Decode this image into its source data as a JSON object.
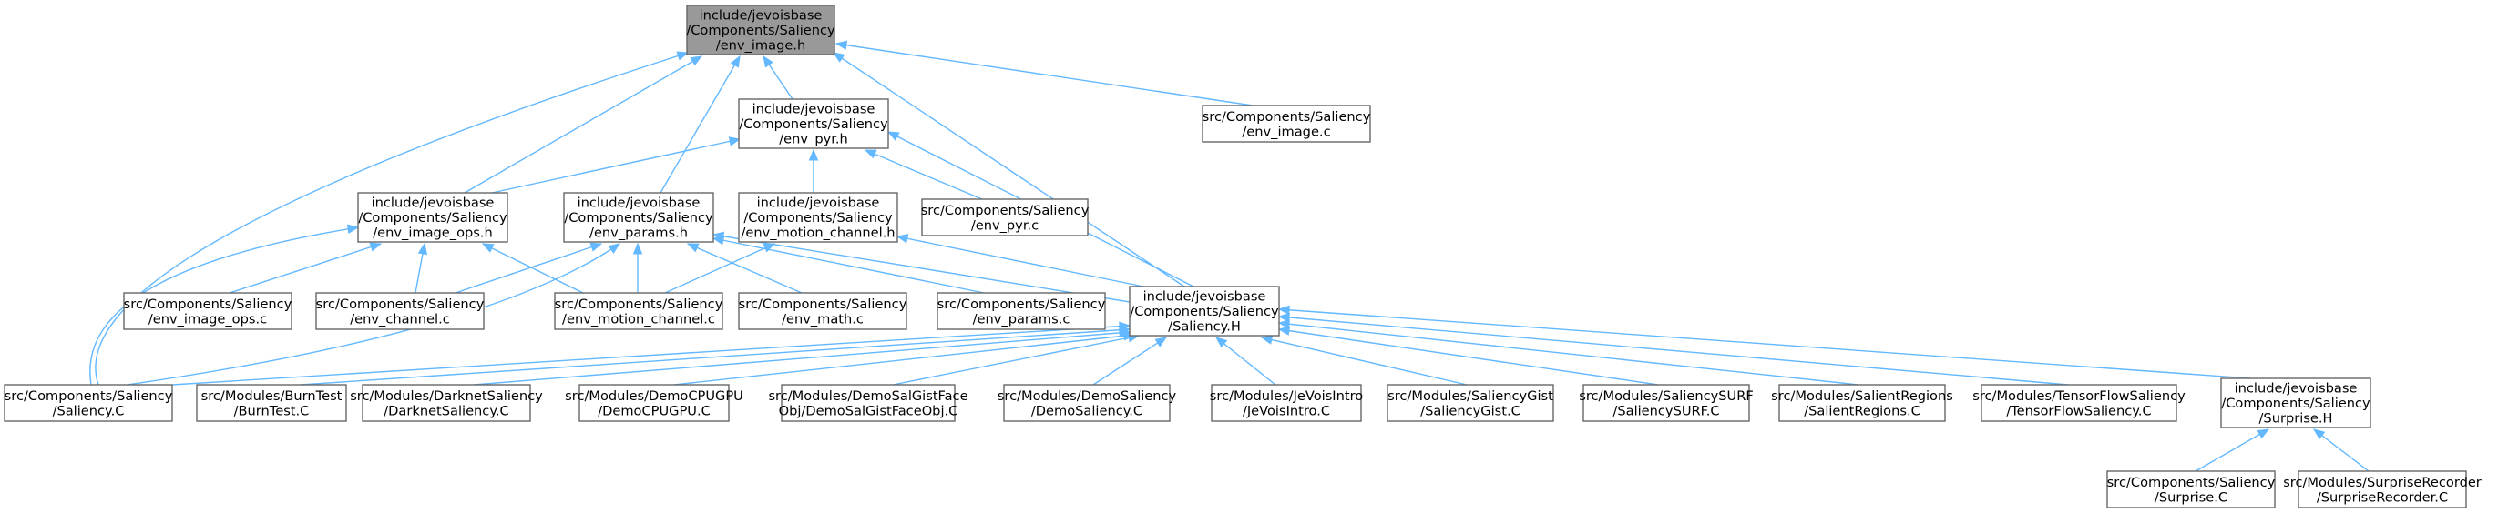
{
  "nodes": [
    {
      "id": "env_image_h",
      "root": true,
      "lines": [
        "include/jevoisbase",
        "/Components/Saliency",
        "/env_image.h"
      ]
    },
    {
      "id": "env_pyr_h",
      "lines": [
        "include/jevoisbase",
        "/Components/Saliency",
        "/env_pyr.h"
      ]
    },
    {
      "id": "env_image_c",
      "lines": [
        "src/Components/Saliency",
        "/env_image.c"
      ]
    },
    {
      "id": "env_image_ops_h",
      "lines": [
        "include/jevoisbase",
        "/Components/Saliency",
        "/env_image_ops.h"
      ]
    },
    {
      "id": "env_params_h",
      "lines": [
        "include/jevoisbase",
        "/Components/Saliency",
        "/env_params.h"
      ]
    },
    {
      "id": "env_motion_channel_h",
      "lines": [
        "include/jevoisbase",
        "/Components/Saliency",
        "/env_motion_channel.h"
      ]
    },
    {
      "id": "env_pyr_c",
      "lines": [
        "src/Components/Saliency",
        "/env_pyr.c"
      ]
    },
    {
      "id": "env_image_ops_c",
      "lines": [
        "src/Components/Saliency",
        "/env_image_ops.c"
      ]
    },
    {
      "id": "env_channel_c",
      "lines": [
        "src/Components/Saliency",
        "/env_channel.c"
      ]
    },
    {
      "id": "env_motion_channel_c",
      "lines": [
        "src/Components/Saliency",
        "/env_motion_channel.c"
      ]
    },
    {
      "id": "env_math_c",
      "lines": [
        "src/Components/Saliency",
        "/env_math.c"
      ]
    },
    {
      "id": "env_params_c",
      "lines": [
        "src/Components/Saliency",
        "/env_params.c"
      ]
    },
    {
      "id": "saliency_H",
      "lines": [
        "include/jevoisbase",
        "/Components/Saliency",
        "/Saliency.H"
      ]
    },
    {
      "id": "saliency_C",
      "lines": [
        "src/Components/Saliency",
        "/Saliency.C"
      ]
    },
    {
      "id": "burntest_C",
      "lines": [
        "src/Modules/BurnTest",
        "/BurnTest.C"
      ]
    },
    {
      "id": "darknetsaliency_C",
      "lines": [
        "src/Modules/DarknetSaliency",
        "/DarknetSaliency.C"
      ]
    },
    {
      "id": "democpugpu_C",
      "lines": [
        "src/Modules/DemoCPUGPU",
        "/DemoCPUGPU.C"
      ]
    },
    {
      "id": "demosalgist_C",
      "lines": [
        "src/Modules/DemoSalGistFace",
        "Obj/DemoSalGistFaceObj.C"
      ]
    },
    {
      "id": "demosaliency_C",
      "lines": [
        "src/Modules/DemoSaliency",
        "/DemoSaliency.C"
      ]
    },
    {
      "id": "jevoisintro_C",
      "lines": [
        "src/Modules/JeVoisIntro",
        "/JeVoisIntro.C"
      ]
    },
    {
      "id": "saliencygist_C",
      "lines": [
        "src/Modules/SaliencyGist",
        "/SaliencyGist.C"
      ]
    },
    {
      "id": "saliencysurf_C",
      "lines": [
        "src/Modules/SaliencySURF",
        "/SaliencySURF.C"
      ]
    },
    {
      "id": "salientregions_C",
      "lines": [
        "src/Modules/SalientRegions",
        "/SalientRegions.C"
      ]
    },
    {
      "id": "tfsaliency_C",
      "lines": [
        "src/Modules/TensorFlowSaliency",
        "/TensorFlowSaliency.C"
      ]
    },
    {
      "id": "surprise_H",
      "lines": [
        "include/jevoisbase",
        "/Components/Saliency",
        "/Surprise.H"
      ]
    },
    {
      "id": "surprise_C",
      "lines": [
        "src/Components/Saliency",
        "/Surprise.C"
      ]
    },
    {
      "id": "surpriserecorder_C",
      "lines": [
        "src/Modules/SurpriseRecorder",
        "/SurpriseRecorder.C"
      ]
    }
  ]
}
